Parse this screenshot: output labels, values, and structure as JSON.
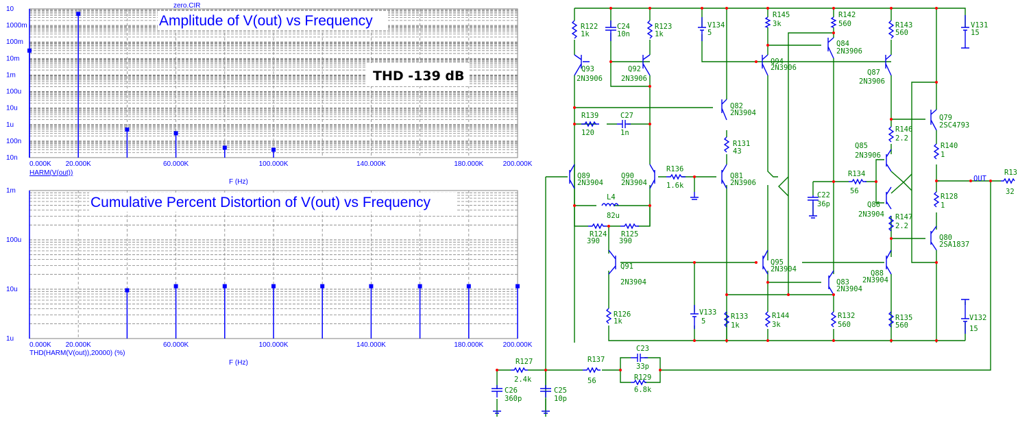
{
  "file_title": "zero.CIR",
  "thd_annotation": "THD -139 dB",
  "chart_data": [
    {
      "type": "bar",
      "title": "Amplitude of V(out) vs Frequency",
      "xlabel": "F (Hz)",
      "trace_label": "HARM(V(out))",
      "yscale": "log",
      "ylim": [
        1e-08,
        10
      ],
      "xlim": [
        0,
        200000
      ],
      "grid": true,
      "x_tick_labels": [
        "0.000K",
        "20.000K",
        "60.000K",
        "100.000K",
        "140.000K",
        "180.000K",
        "200.000K"
      ],
      "x_ticks": [
        0,
        20000,
        60000,
        100000,
        140000,
        180000,
        200000
      ],
      "y_tick_labels": [
        "10",
        "1000m",
        "100m",
        "10m",
        "1m",
        "100u",
        "10u",
        "1u",
        "100n",
        "10n"
      ],
      "y_ticks": [
        10,
        1,
        0.1,
        0.01,
        0.001,
        0.0001,
        1e-05,
        1e-06,
        1e-07,
        1e-08
      ],
      "x": [
        0,
        20000,
        40000,
        60000,
        80000,
        100000
      ],
      "values": [
        0.03,
        5.0,
        5e-07,
        3e-07,
        4e-08,
        3e-08
      ]
    },
    {
      "type": "bar",
      "title": "Cumulative Percent Distortion of V(out) vs Frequency",
      "xlabel": "F (Hz)",
      "trace_label": "THD(HARM(V(out)),20000) (%)",
      "yscale": "log",
      "ylim": [
        1e-06,
        0.001
      ],
      "xlim": [
        0,
        200000
      ],
      "grid": true,
      "x_tick_labels": [
        "0.000K",
        "20.000K",
        "60.000K",
        "100.000K",
        "140.000K",
        "180.000K",
        "200.000K"
      ],
      "x_ticks": [
        0,
        20000,
        60000,
        100000,
        140000,
        180000,
        200000
      ],
      "y_tick_labels": [
        "1m",
        "100u",
        "10u",
        "1u"
      ],
      "y_ticks": [
        0.001,
        0.0001,
        1e-05,
        1e-06
      ],
      "x": [
        40000,
        60000,
        80000,
        100000,
        120000,
        140000,
        160000,
        180000,
        200000
      ],
      "values": [
        9.5e-06,
        1.15e-05,
        1.15e-05,
        1.15e-05,
        1.15e-05,
        1.15e-05,
        1.15e-05,
        1.15e-05,
        1.15e-05
      ]
    }
  ],
  "schematic": {
    "node_label": "OUT",
    "components": [
      {
        "ref": "R122",
        "value": "1k"
      },
      {
        "ref": "C24",
        "value": "10n"
      },
      {
        "ref": "R123",
        "value": "1k"
      },
      {
        "ref": "V134",
        "value": "5"
      },
      {
        "ref": "R145",
        "value": "3k"
      },
      {
        "ref": "R142",
        "value": "560"
      },
      {
        "ref": "R143",
        "value": "560"
      },
      {
        "ref": "V131",
        "value": "15"
      },
      {
        "ref": "Q93",
        "value": "2N3906"
      },
      {
        "ref": "Q92",
        "value": "2N3906"
      },
      {
        "ref": "Q94",
        "value": "2N3906"
      },
      {
        "ref": "Q84",
        "value": "2N3906"
      },
      {
        "ref": "Q87",
        "value": "2N3906"
      },
      {
        "ref": "Q82",
        "value": "2N3904"
      },
      {
        "ref": "R139",
        "value": "120"
      },
      {
        "ref": "C27",
        "value": "1n"
      },
      {
        "ref": "R131",
        "value": "43"
      },
      {
        "ref": "Q79",
        "value": "2SC4793"
      },
      {
        "ref": "R146",
        "value": "2.2"
      },
      {
        "ref": "Q85",
        "value": "2N3906"
      },
      {
        "ref": "R140",
        "value": "1"
      },
      {
        "ref": "Q89",
        "value": "2N3904"
      },
      {
        "ref": "Q90",
        "value": "2N3904"
      },
      {
        "ref": "R136",
        "value": "1.6k"
      },
      {
        "ref": "Q81",
        "value": "2N3906"
      },
      {
        "ref": "C22",
        "value": "36p"
      },
      {
        "ref": "R134",
        "value": "56"
      },
      {
        "ref": "R13",
        "value": "32"
      },
      {
        "ref": "L4",
        "value": "82u"
      },
      {
        "ref": "Q86",
        "value": "2N3904"
      },
      {
        "ref": "R147",
        "value": "2.2"
      },
      {
        "ref": "R128",
        "value": "1"
      },
      {
        "ref": "R124",
        "value": "390"
      },
      {
        "ref": "R125",
        "value": "390"
      },
      {
        "ref": "Q80",
        "value": "2SA1837"
      },
      {
        "ref": "Q91",
        "value": "2N3904"
      },
      {
        "ref": "Q95",
        "value": "2N3904"
      },
      {
        "ref": "Q88",
        "value": "2N3904"
      },
      {
        "ref": "Q83",
        "value": "2N3904"
      },
      {
        "ref": "R126",
        "value": "1k"
      },
      {
        "ref": "V133",
        "value": "5"
      },
      {
        "ref": "R133",
        "value": "1k"
      },
      {
        "ref": "R144",
        "value": "3k"
      },
      {
        "ref": "R132",
        "value": "560"
      },
      {
        "ref": "R135",
        "value": "560"
      },
      {
        "ref": "V132",
        "value": "15"
      },
      {
        "ref": "R127",
        "value": "2.4k"
      },
      {
        "ref": "R137",
        "value": "56"
      },
      {
        "ref": "C23",
        "value": "33p"
      },
      {
        "ref": "R129",
        "value": "6.8k"
      },
      {
        "ref": "C26",
        "value": "360p"
      },
      {
        "ref": "C25",
        "value": "10p"
      }
    ]
  }
}
